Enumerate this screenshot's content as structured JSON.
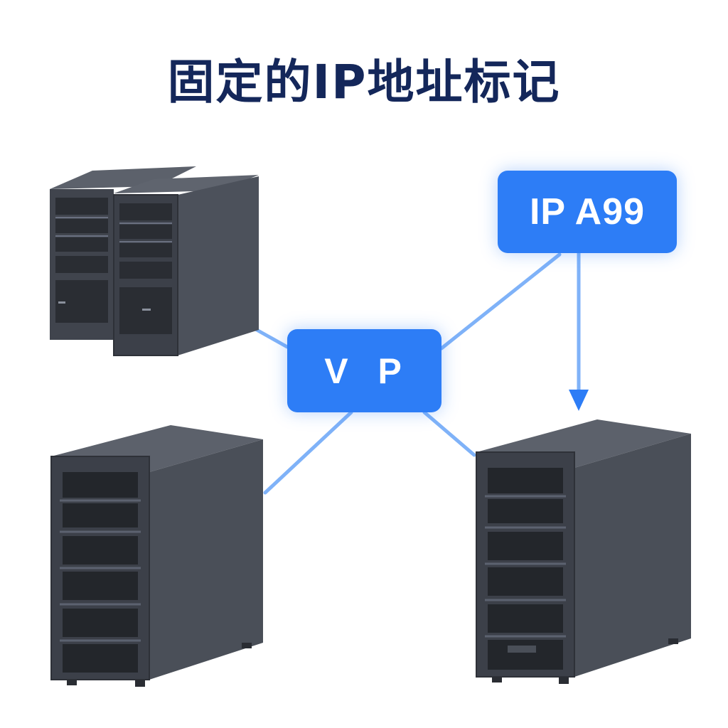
{
  "title": "固定的IP地址标记",
  "labels": {
    "ip": "IP A99",
    "vp": "V P"
  },
  "colors": {
    "title": "#14275a",
    "accent": "#2d7df6",
    "connector": "#7fb2f8",
    "server_front": "#3f434c",
    "server_side": "#4c515b",
    "server_top": "#5c616b"
  },
  "icons": [
    "server-rack-icon",
    "server-tower-icon",
    "arrow-down-icon"
  ]
}
